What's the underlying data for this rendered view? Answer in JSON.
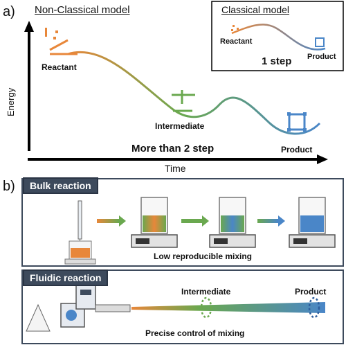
{
  "panel_a": {
    "letter": "a)",
    "title": "Non-Classical model",
    "y_axis": "Energy",
    "x_axis": "Time",
    "reactant": "Reactant",
    "intermediate": "Intermediate",
    "product": "Product",
    "steps": "More than 2 step",
    "inset": {
      "title": "Classical model",
      "reactant": "Reactant",
      "product": "Product",
      "steps": "1 step"
    }
  },
  "panel_b": {
    "letter": "b)",
    "bulk": {
      "title": "Bulk reaction",
      "caption": "Low reproducible mixing"
    },
    "fluidic": {
      "title": "Fluidic reaction",
      "intermediate": "Intermediate",
      "product": "Product",
      "caption": "Precise control of mixing"
    }
  },
  "colors": {
    "reactant": "#e8873a",
    "intermediate": "#6aa84f",
    "product": "#4a86c8",
    "frame": "#3d4a5c"
  }
}
